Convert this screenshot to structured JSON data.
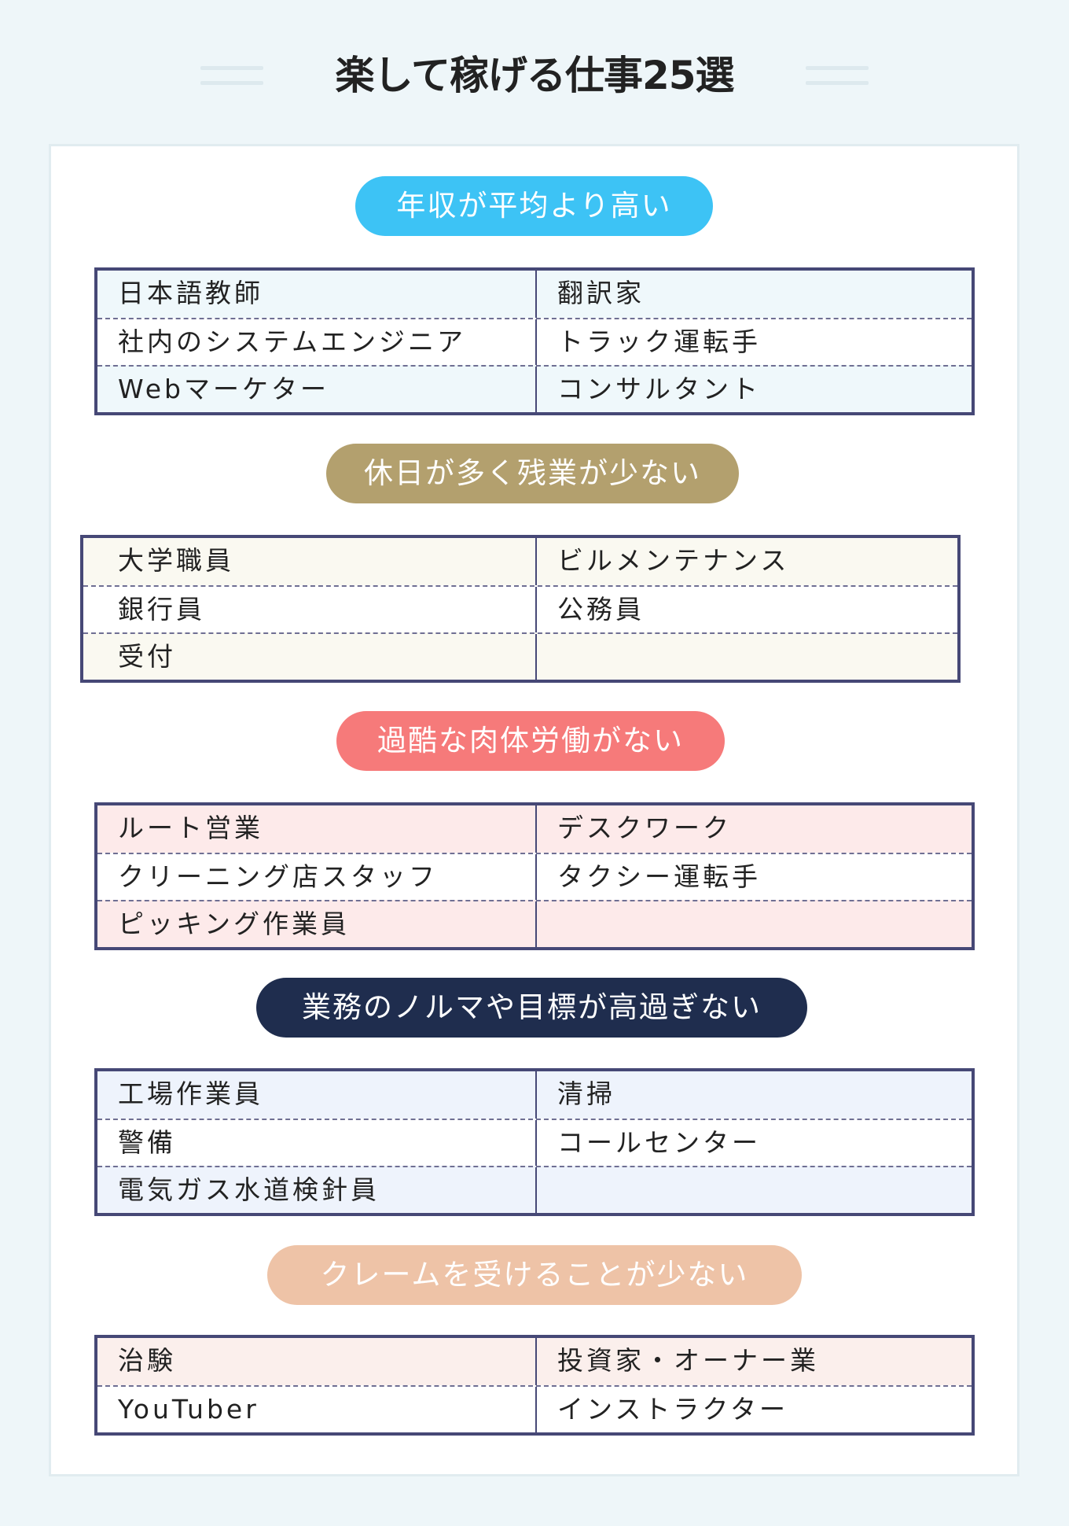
{
  "page": {
    "title": "楽して稼げる仕事25選",
    "background_color": "#EEF6F9"
  },
  "sections": [
    {
      "heading": "年収が平均より高い",
      "pill_color": "#3DC3F5",
      "row_bg_alt": "#EFF8FB",
      "rows": [
        [
          "日本語教師",
          "翻訳家"
        ],
        [
          "社内のシステムエンジニア",
          "トラック運転手"
        ],
        [
          "Webマーケター",
          "コンサルタント"
        ]
      ]
    },
    {
      "heading": "休日が多く残業が少ない",
      "pill_color": "#B3A06E",
      "row_bg_alt": "#FAF9F1",
      "rows": [
        [
          "大学職員",
          "ビルメンテナンス"
        ],
        [
          "銀行員",
          "公務員"
        ],
        [
          "受付",
          ""
        ]
      ]
    },
    {
      "heading": "過酷な肉体労働がない",
      "pill_color": "#F67A7A",
      "row_bg_alt": "#FDEAEA",
      "rows": [
        [
          "ルート営業",
          "デスクワーク"
        ],
        [
          "クリーニング店スタッフ",
          "タクシー運転手"
        ],
        [
          "ピッキング作業員",
          ""
        ]
      ]
    },
    {
      "heading": "業務のノルマや目標が高過ぎない",
      "pill_color": "#1F2D4E",
      "row_bg_alt": "#EEF3FC",
      "rows": [
        [
          "工場作業員",
          "清掃"
        ],
        [
          "警備",
          "コールセンター"
        ],
        [
          "電気ガス水道検針員",
          ""
        ]
      ]
    },
    {
      "heading": "クレームを受けることが少ない",
      "pill_color": "#EEC3A7",
      "row_bg_alt": "#FBEFEC",
      "rows": [
        [
          "治験",
          "投資家・オーナー業"
        ],
        [
          "YouTuber",
          "インストラクター"
        ]
      ]
    }
  ]
}
